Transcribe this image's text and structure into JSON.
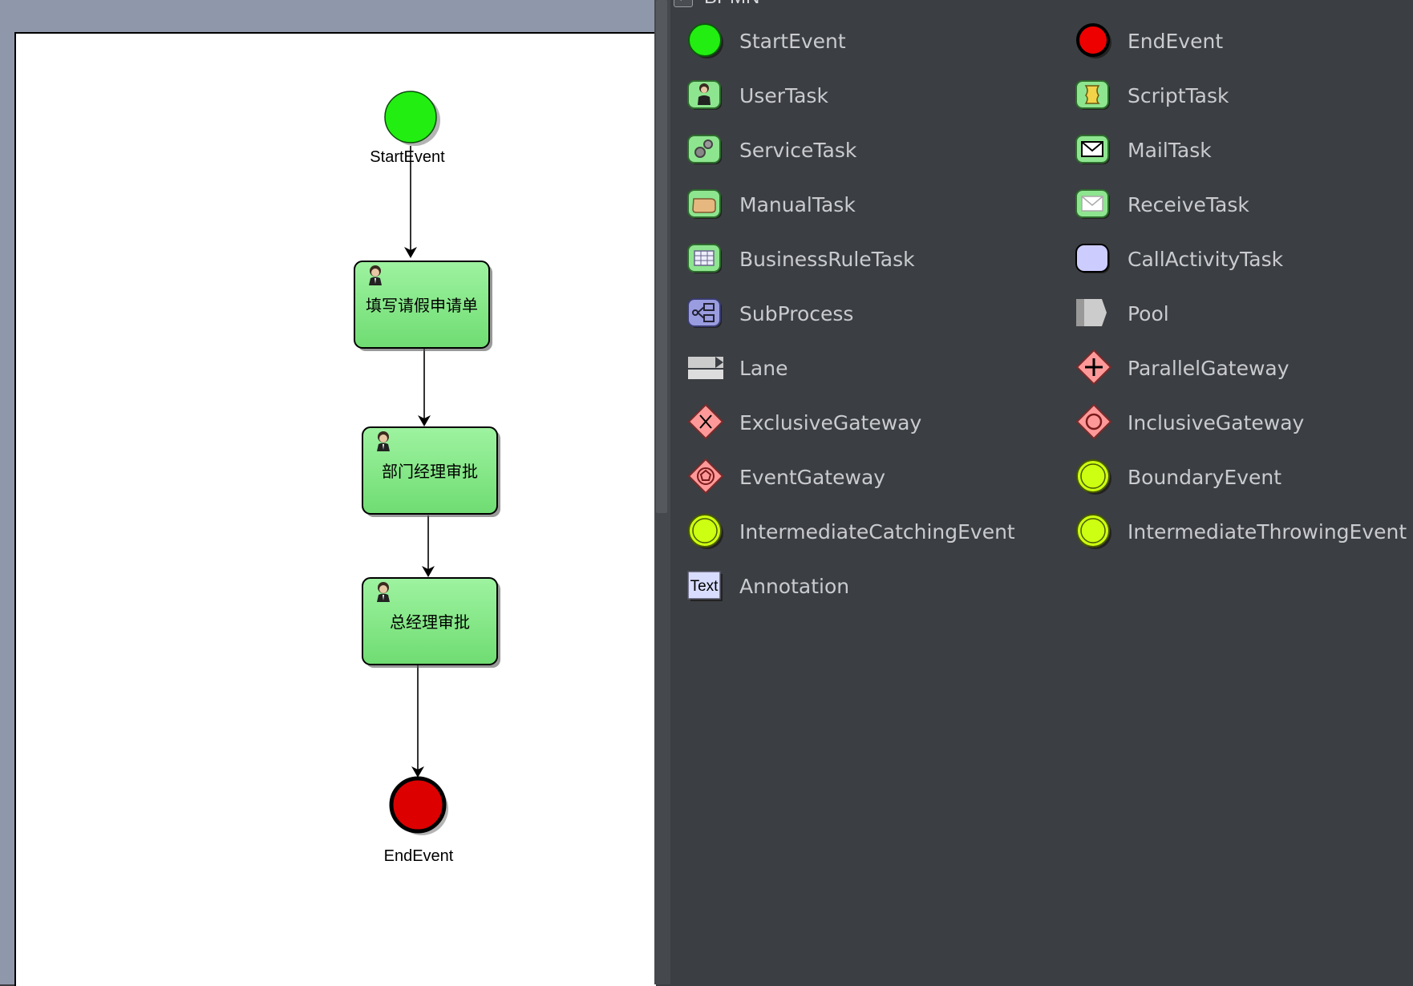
{
  "canvas": {
    "start_label": "StartEvent",
    "end_label": "EndEvent",
    "tasks": [
      {
        "label": "填写请假申请单"
      },
      {
        "label": "部门经理审批"
      },
      {
        "label": "总经理审批"
      }
    ]
  },
  "palette": {
    "title": "BPMN",
    "checked": true,
    "left_items": [
      {
        "label": "StartEvent",
        "icon": "start-event-icon"
      },
      {
        "label": "UserTask",
        "icon": "user-task-icon"
      },
      {
        "label": "ServiceTask",
        "icon": "service-task-icon"
      },
      {
        "label": "ManualTask",
        "icon": "manual-task-icon"
      },
      {
        "label": "BusinessRuleTask",
        "icon": "business-rule-task-icon"
      },
      {
        "label": "SubProcess",
        "icon": "sub-process-icon"
      },
      {
        "label": "Lane",
        "icon": "lane-icon"
      },
      {
        "label": "ExclusiveGateway",
        "icon": "exclusive-gateway-icon"
      },
      {
        "label": "EventGateway",
        "icon": "event-gateway-icon"
      },
      {
        "label": "IntermediateCatchingEvent",
        "icon": "intermediate-catching-event-icon"
      },
      {
        "label": "Annotation",
        "icon": "annotation-icon"
      }
    ],
    "right_items": [
      {
        "label": "EndEvent",
        "icon": "end-event-icon"
      },
      {
        "label": "ScriptTask",
        "icon": "script-task-icon"
      },
      {
        "label": "MailTask",
        "icon": "mail-task-icon"
      },
      {
        "label": "ReceiveTask",
        "icon": "receive-task-icon"
      },
      {
        "label": "CallActivityTask",
        "icon": "call-activity-task-icon"
      },
      {
        "label": "Pool",
        "icon": "pool-icon"
      },
      {
        "label": "ParallelGateway",
        "icon": "parallel-gateway-icon"
      },
      {
        "label": "InclusiveGateway",
        "icon": "inclusive-gateway-icon"
      },
      {
        "label": "BoundaryEvent",
        "icon": "boundary-event-icon"
      },
      {
        "label": "IntermediateThrowingEvent",
        "icon": "intermediate-throwing-event-icon"
      }
    ],
    "icon_text": "Text"
  }
}
